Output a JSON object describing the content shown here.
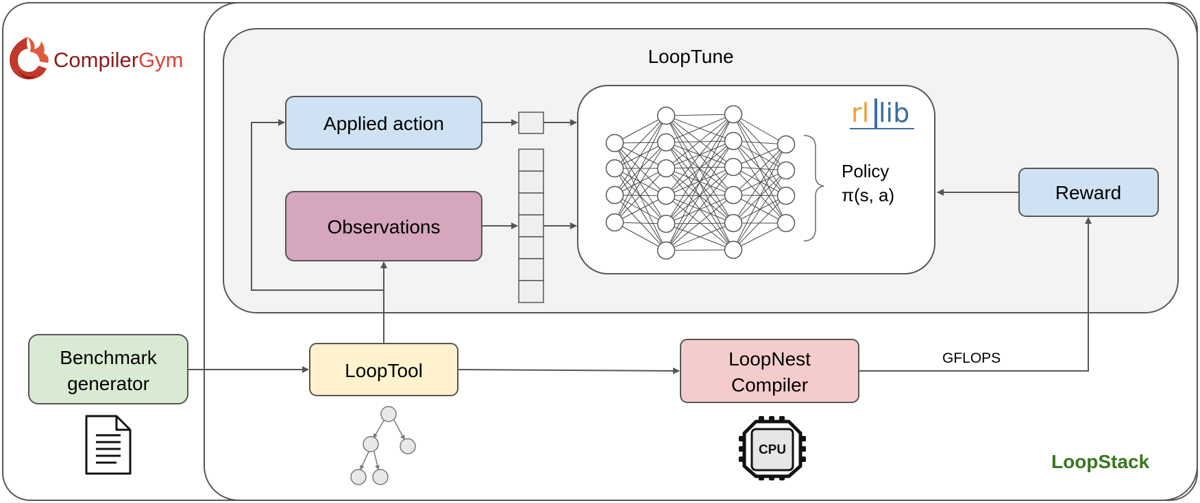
{
  "compilergym": {
    "logo_text_part1": "Compiler",
    "logo_text_part2": "Gym",
    "color_dark": "#8b1a1a",
    "color_light": "#d94437"
  },
  "looptune": {
    "title": "LoopTune"
  },
  "loopstack": {
    "label": "LoopStack",
    "color": "#38761d"
  },
  "nodes": {
    "applied_action": "Applied action",
    "observations": "Observations",
    "reward": "Reward",
    "benchmark_generator_line1": "Benchmark",
    "benchmark_generator_line2": "generator",
    "looptool": "LoopTool",
    "loopnest_line1": "LoopNest",
    "loopnest_line2": "Compiler"
  },
  "policy": {
    "line1": "Policy",
    "line2": "π(s, a)"
  },
  "edges": {
    "gflops": "GFLOPS"
  },
  "rllib": {
    "part1": "rl",
    "part2": "lib",
    "color_orange": "#f0a030",
    "color_blue": "#3a6e9e"
  },
  "cpu": {
    "label": "CPU"
  },
  "colors": {
    "applied_action": "#cfe2f3",
    "observations": "#d5a6bd",
    "reward": "#cfe2f3",
    "benchmark": "#d9ead3",
    "looptool": "#fff2cc",
    "loopnest": "#f4cccc",
    "looptune_bg": "#f3f3f3"
  }
}
